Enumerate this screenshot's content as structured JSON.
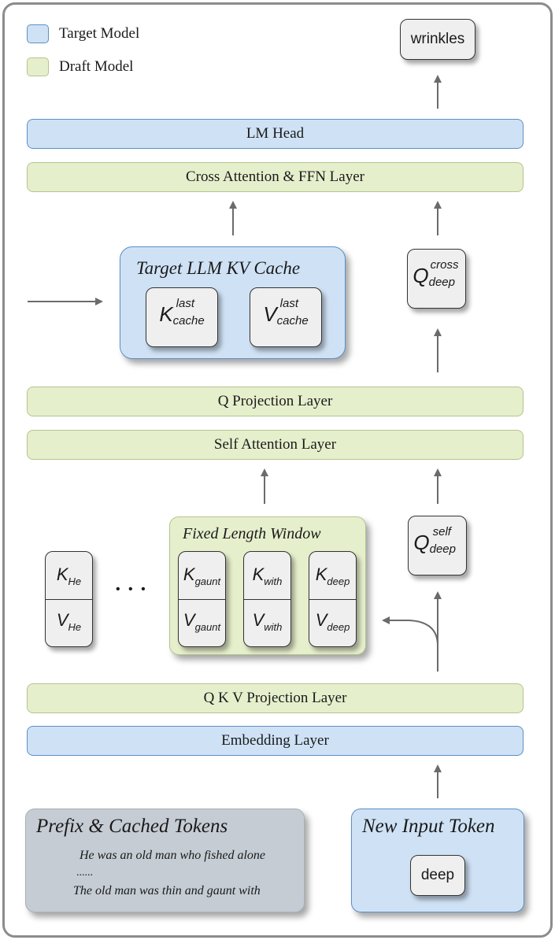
{
  "legend": {
    "target": {
      "label": "Target Model",
      "color": "#cfe2f5"
    },
    "draft": {
      "label": "Draft Model",
      "color": "#e6efcc"
    }
  },
  "layers": {
    "lm_head": "LM Head",
    "cross_attention": "Cross Attention & FFN Layer",
    "q_projection": "Q Projection Layer",
    "self_attention": "Self Attention Layer",
    "qkv_projection": "Q K V Projection Layer",
    "embedding": "Embedding Layer"
  },
  "output_token": "wrinkles",
  "kv_cache": {
    "title": "Target LLM KV Cache",
    "k": {
      "base": "K",
      "sup": "last",
      "sub": "cache"
    },
    "v": {
      "base": "V",
      "sup": "last",
      "sub": "cache"
    }
  },
  "q_cross": {
    "base": "Q",
    "sup": "cross",
    "sub": "deep"
  },
  "q_self": {
    "base": "Q",
    "sup": "self",
    "sub": "deep"
  },
  "window": {
    "title": "Fixed Length Window",
    "cells": [
      {
        "k_base": "K",
        "k_sub": "gaunt",
        "v_base": "V",
        "v_sub": "gaunt"
      },
      {
        "k_base": "K",
        "k_sub": "with",
        "v_base": "V",
        "v_sub": "with"
      },
      {
        "k_base": "K",
        "k_sub": "deep",
        "v_base": "V",
        "v_sub": "deep"
      }
    ]
  },
  "outside_cell": {
    "k_base": "K",
    "k_sub": "He",
    "v_base": "V",
    "v_sub": "He"
  },
  "ellipsis": "• • •",
  "prefix": {
    "title": "Prefix & Cached Tokens",
    "lines": [
      "He was an old man who fished alone",
      "......",
      "The old man was thin and gaunt with"
    ]
  },
  "new_input": {
    "title": "New Input Token",
    "token": "deep"
  },
  "colors": {
    "target_border": "#5b8fc4",
    "draft_border": "#b4c48c",
    "prefix_bg": "#c5ccd4",
    "arrow": "#6b6b6b"
  }
}
